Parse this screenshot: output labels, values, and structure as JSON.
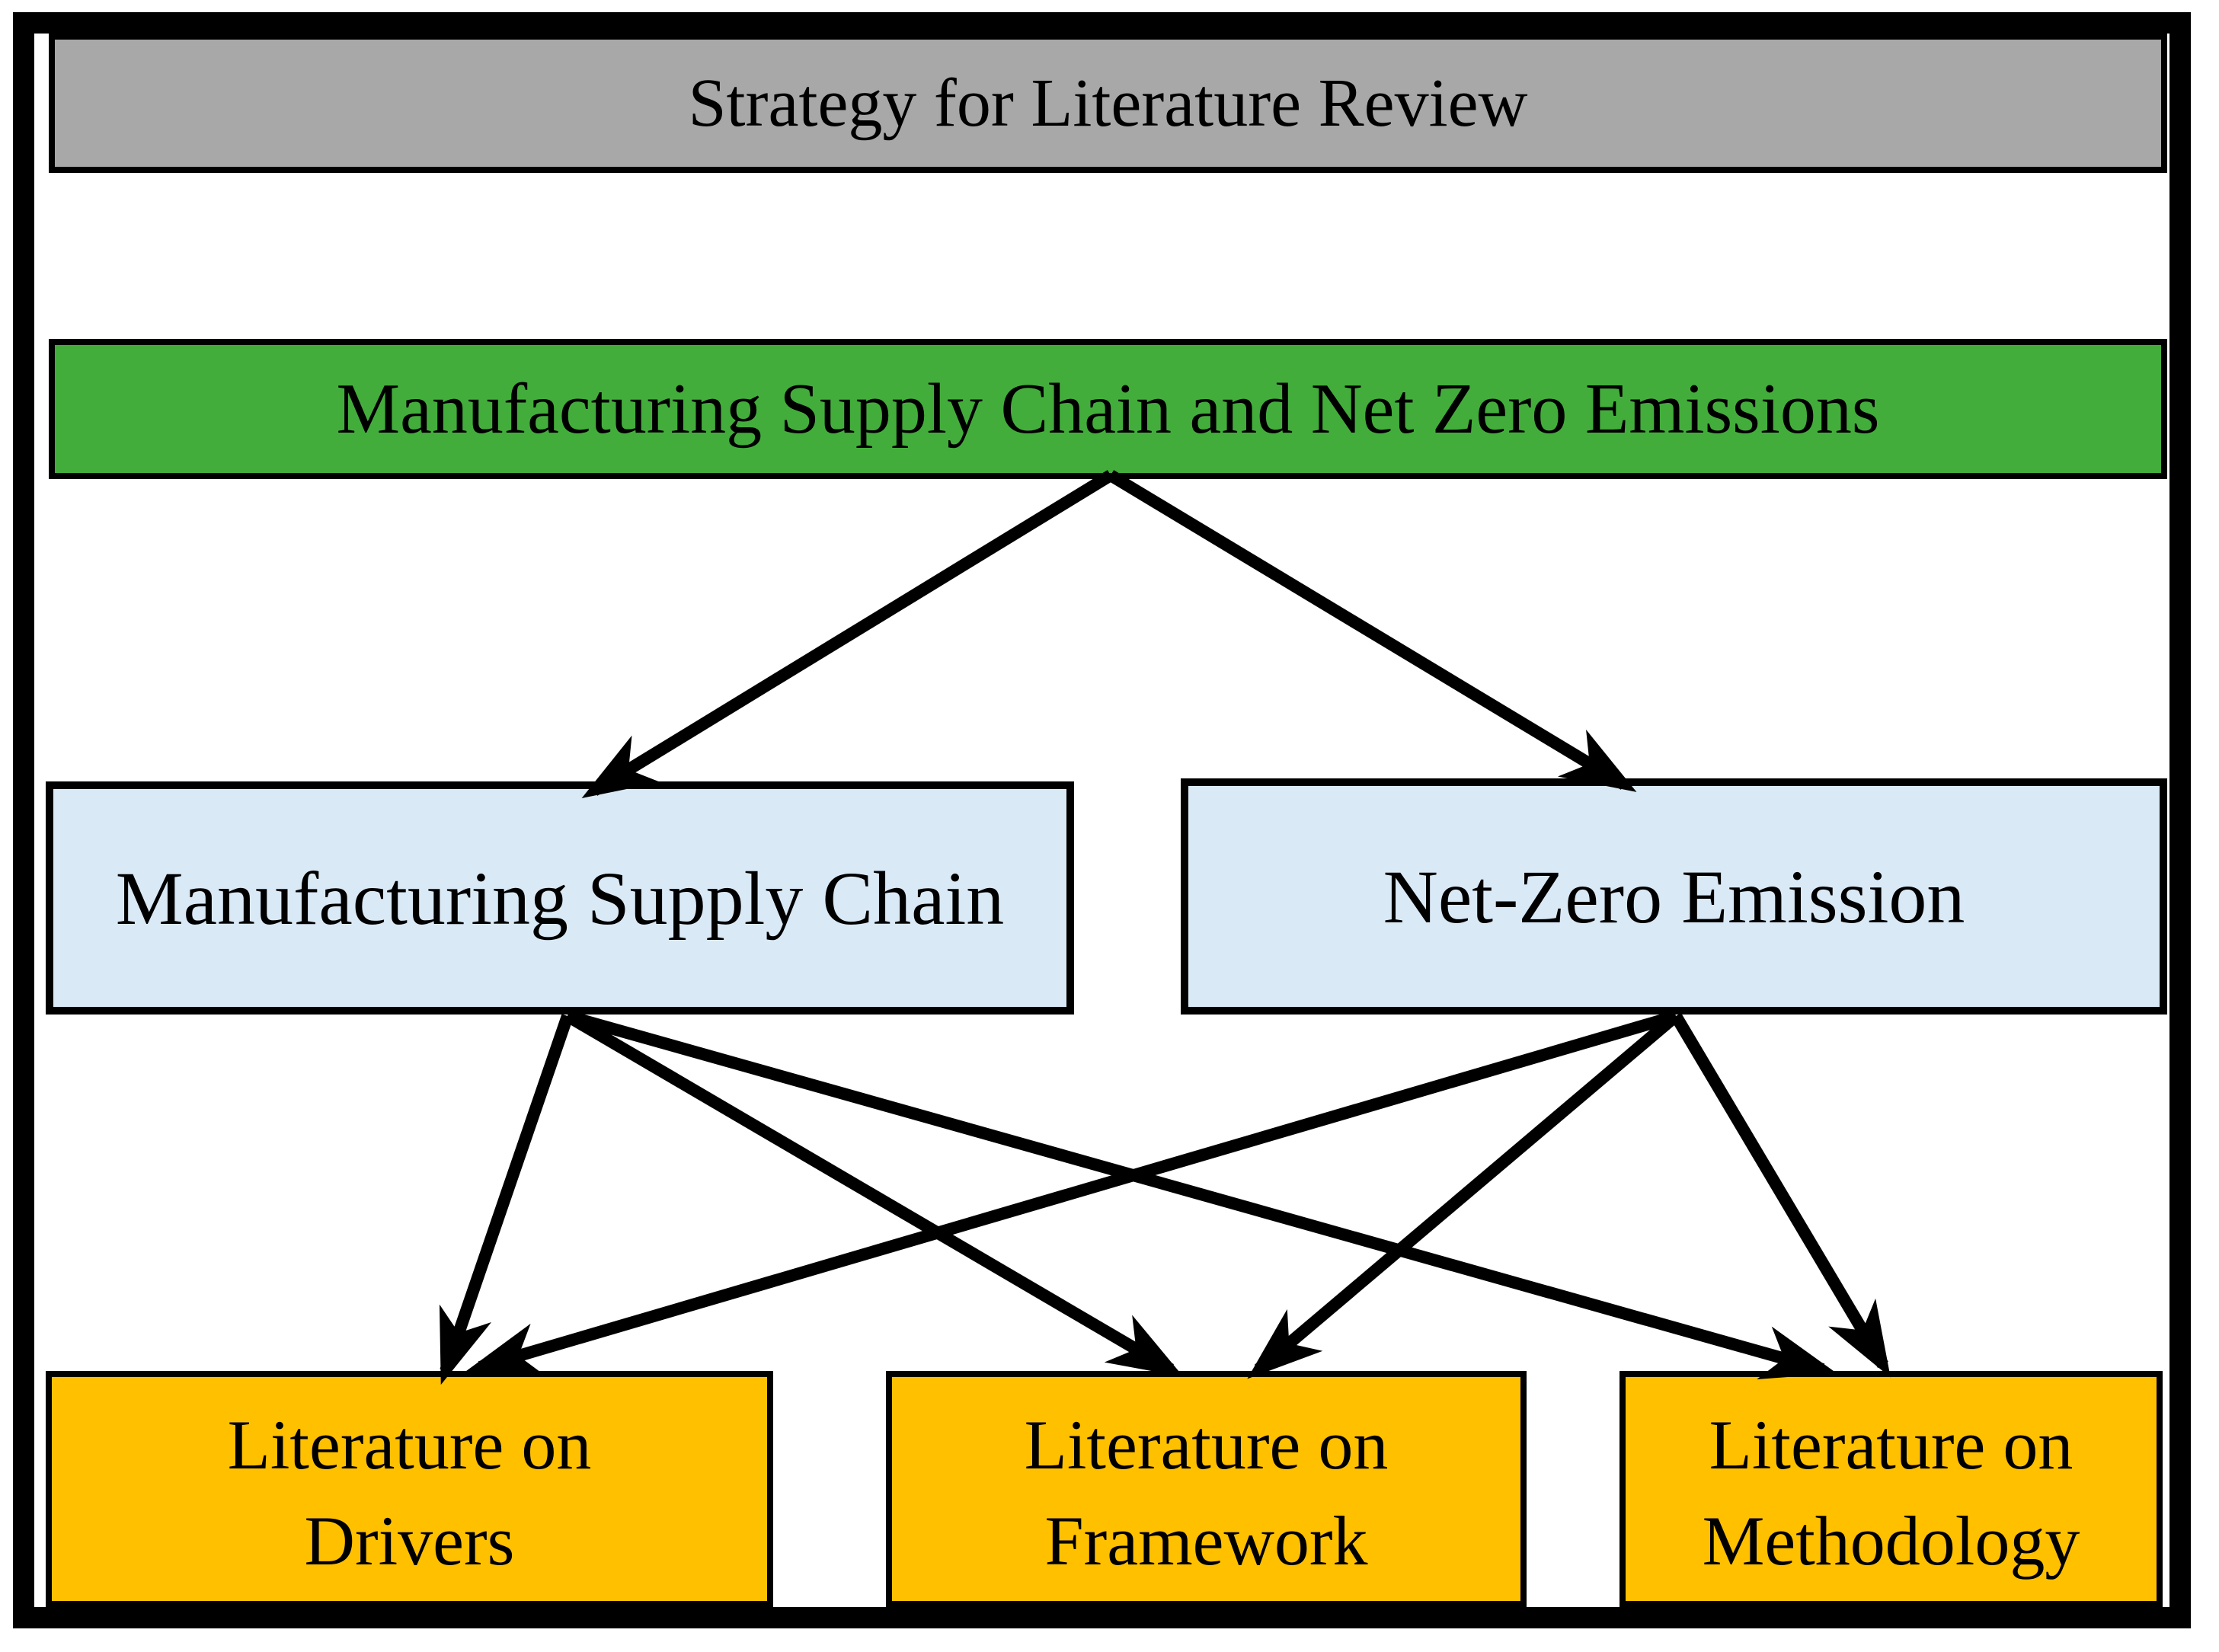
{
  "diagram": {
    "title": "Strategy for Literature Review",
    "level1": {
      "id": "supply-chain-net-zero",
      "label": "Manufacturing Supply Chain and Net Zero Emissions"
    },
    "level2": [
      {
        "id": "manufacturing-supply-chain",
        "label": "Manufacturing Supply Chain"
      },
      {
        "id": "net-zero-emission",
        "label": "Net-Zero Emission"
      }
    ],
    "level3": [
      {
        "id": "literature-drivers",
        "line1": "Literature on",
        "line2": "Drivers"
      },
      {
        "id": "literature-framework",
        "line1": "Literature on",
        "line2": "Framework"
      },
      {
        "id": "literature-methodology",
        "line1": "Literature on",
        "line2": "Methodology"
      }
    ],
    "edges": [
      {
        "from": "supply-chain-net-zero",
        "to": "manufacturing-supply-chain"
      },
      {
        "from": "supply-chain-net-zero",
        "to": "net-zero-emission"
      },
      {
        "from": "manufacturing-supply-chain",
        "to": "literature-drivers"
      },
      {
        "from": "manufacturing-supply-chain",
        "to": "literature-framework"
      },
      {
        "from": "manufacturing-supply-chain",
        "to": "literature-methodology"
      },
      {
        "from": "net-zero-emission",
        "to": "literature-drivers"
      },
      {
        "from": "net-zero-emission",
        "to": "literature-framework"
      },
      {
        "from": "net-zero-emission",
        "to": "literature-methodology"
      }
    ]
  },
  "colors": {
    "page-bg": "#FFFFFF",
    "frame": "#000000",
    "arrow": "#000000",
    "text": "#000000",
    "box-gray": "#A8A8A8",
    "box-green": "#43AD3C",
    "box-blue": "#DAE9F6",
    "box-orange": "#FFC000"
  }
}
